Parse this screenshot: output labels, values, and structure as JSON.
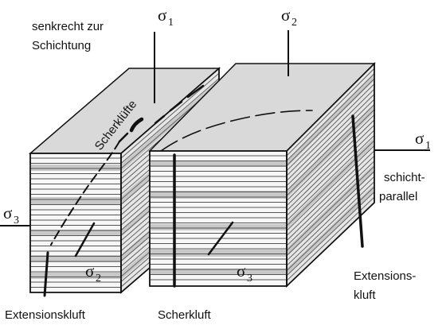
{
  "labels": {
    "senkrecht_line1": "senkrecht zur",
    "senkrecht_line2": "Schichtung",
    "scherkluefte": "Scherklüfte",
    "schicht_line1": "schicht-",
    "schicht_line2": "parallel",
    "extension_right_line1": "Extensions-",
    "extension_right_line2": "kluft",
    "extensionskluft": "Extensionskluft",
    "scherkluft": "Scherkluft"
  },
  "stress": {
    "symbol": "σ",
    "left_top_sub": "1",
    "right_top_sub": "2",
    "right_side_sub": "1",
    "left_side_sub": "3",
    "left_inner_sub": "2",
    "right_inner_sub": "3"
  },
  "colors": {
    "ink": "#111111",
    "top_face": "#d9d9d9",
    "front_face": "#f7f7f7",
    "side_face": "#e6e6e6",
    "layer_band": "#c8c8c8",
    "layer_line": "#555555"
  }
}
